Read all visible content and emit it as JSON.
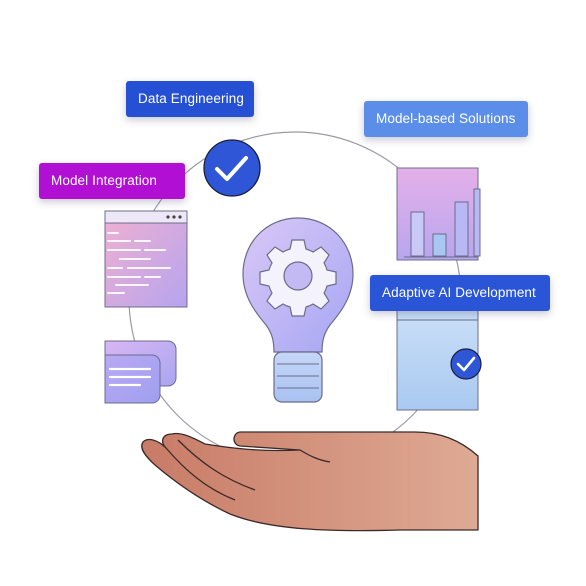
{
  "labels": {
    "data_engineering": "Data Engineering",
    "model_based_solutions": "Model-based Solutions",
    "model_integration": "Model Integration",
    "adaptive_ai_development": "Adaptive AI Development"
  },
  "colors": {
    "data_engineering": "#2550d4",
    "model_based_solutions": "#5b8ee8",
    "model_integration": "#b20fd4",
    "adaptive_ai_development": "#2a55d6",
    "check_badge": "#2f56d6",
    "orbit_line": "#9a9aa6",
    "hand_skin": "#d59079",
    "bulb_fill": "#c6c0f6",
    "chart_panel_top": "#cf9be8",
    "doc_panel": "#bcd6f4"
  },
  "icons": {
    "check_badge_top": "check-icon",
    "check_badge_right": "check-icon",
    "bulb": "lightbulb-icon",
    "gear": "gear-icon",
    "hand": "open-hand-icon",
    "chart": "bar-chart-icon",
    "code_window": "code-window-icon",
    "chat_bubble": "chat-bubble-icon"
  },
  "chart_panel": {
    "bar_values": [
      3,
      1.5,
      4,
      4.5
    ]
  }
}
